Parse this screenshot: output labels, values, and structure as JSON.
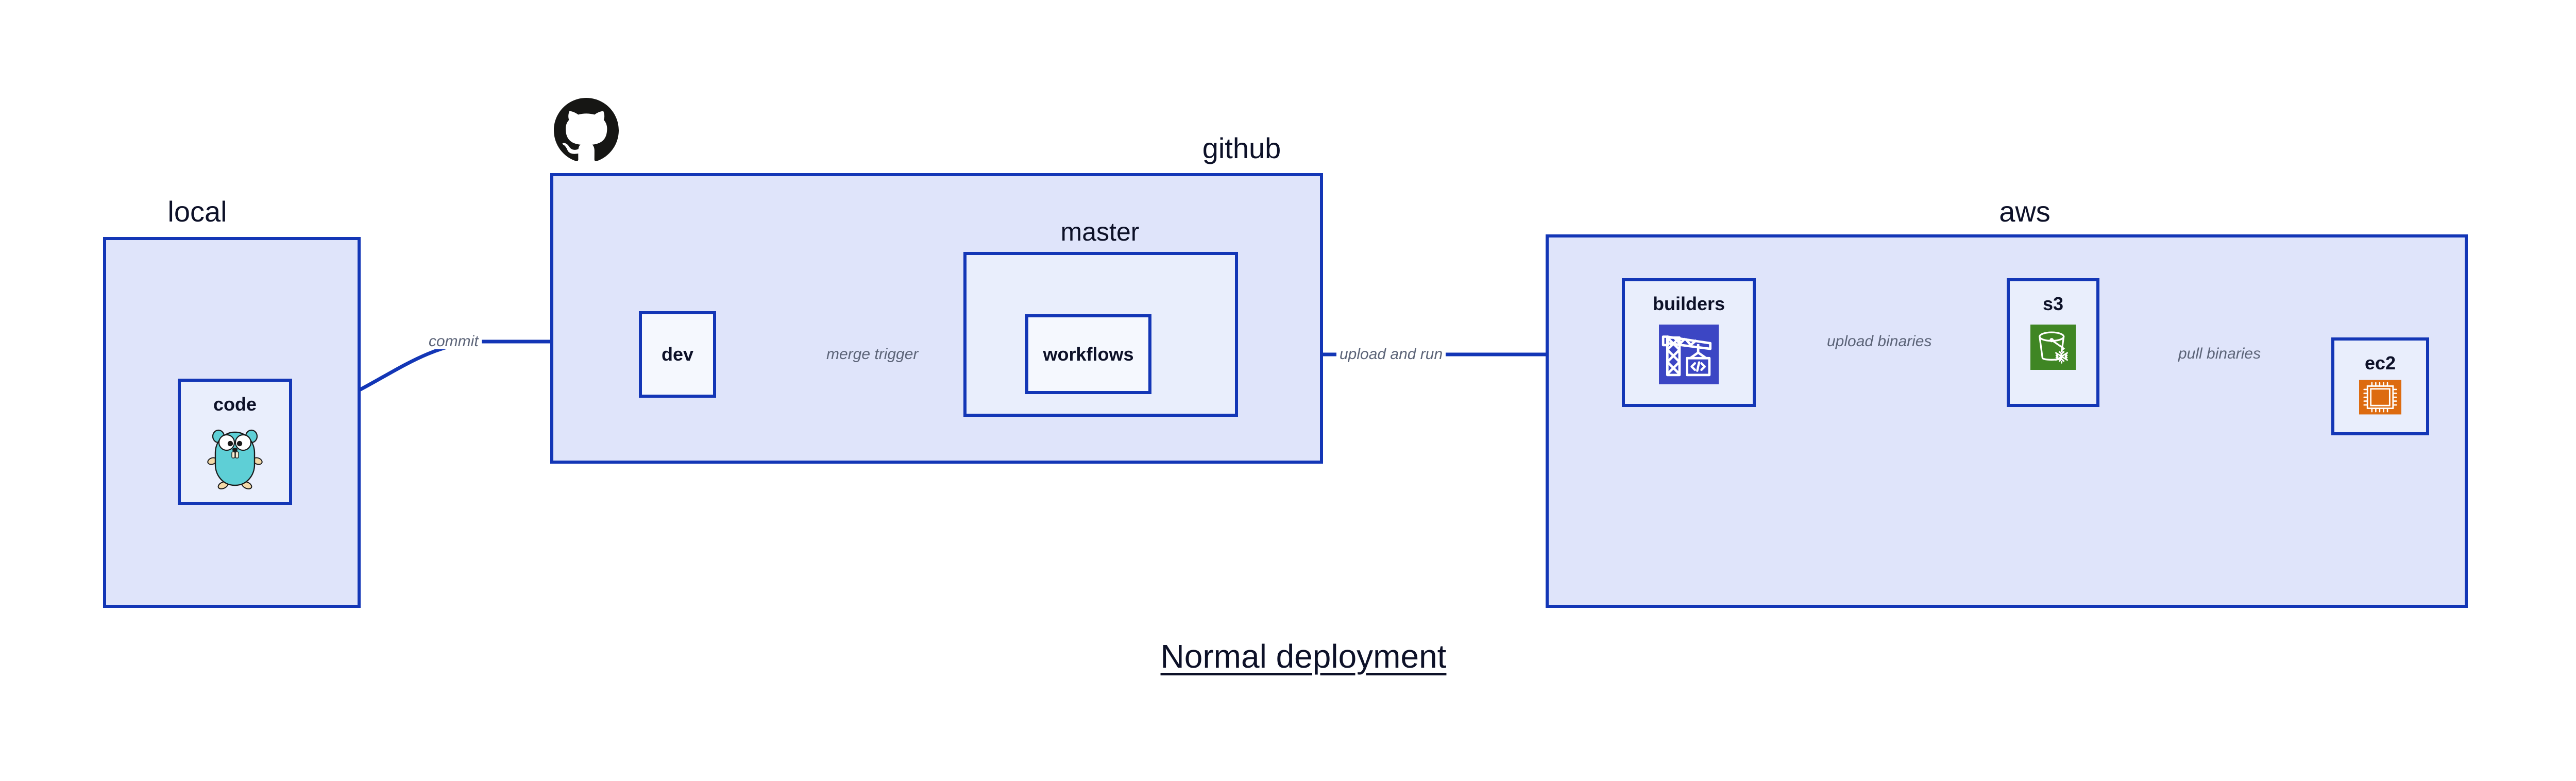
{
  "diagram": {
    "title": "Normal deployment",
    "colors": {
      "background": "#ffffff",
      "group_fill": "#dfe4fa",
      "node_fill": "#e9eefc",
      "leaf_fill": "#f5f8fe",
      "stroke": "#1336b6",
      "text": "#0d1128",
      "edge_label": "#5c6478",
      "codebuild_purple": "#3c46c4",
      "s3_green": "#3f8624",
      "ec2_orange": "#dd6b10",
      "gopher_cyan": "#5ecfd6",
      "github_black": "#161614"
    }
  },
  "groups": [
    {
      "id": "local",
      "label": "local"
    },
    {
      "id": "github",
      "label": "github"
    },
    {
      "id": "aws",
      "label": "aws"
    }
  ],
  "subgroups": [
    {
      "id": "master",
      "label": "master",
      "parent": "github"
    }
  ],
  "nodes": [
    {
      "id": "code",
      "label": "code",
      "parent": "local",
      "icon": "go-gopher-icon"
    },
    {
      "id": "dev",
      "label": "dev",
      "parent": "github",
      "icon": "none"
    },
    {
      "id": "workflows",
      "label": "workflows",
      "parent": "master",
      "icon": "none"
    },
    {
      "id": "builders",
      "label": "builders",
      "parent": "aws",
      "icon": "aws-codebuild-icon"
    },
    {
      "id": "s3",
      "label": "s3",
      "parent": "aws",
      "icon": "aws-s3-glacier-icon"
    },
    {
      "id": "ec2",
      "label": "ec2",
      "parent": "aws",
      "icon": "aws-ec2-icon"
    }
  ],
  "edges": [
    {
      "id": "commit",
      "from": "code",
      "to": "dev",
      "label": "commit"
    },
    {
      "id": "merge-trigger",
      "from": "dev",
      "to": "workflows",
      "label": "merge trigger"
    },
    {
      "id": "upload-and-run",
      "from": "workflows",
      "to": "builders",
      "label": "upload and run"
    },
    {
      "id": "upload-binaries",
      "from": "builders",
      "to": "s3",
      "label": "upload binaries"
    },
    {
      "id": "pull-binaries",
      "from": "s3",
      "to": "ec2",
      "label": "pull binaries"
    }
  ],
  "brand": {
    "github_logo_alt": "github-octocat-logo"
  }
}
